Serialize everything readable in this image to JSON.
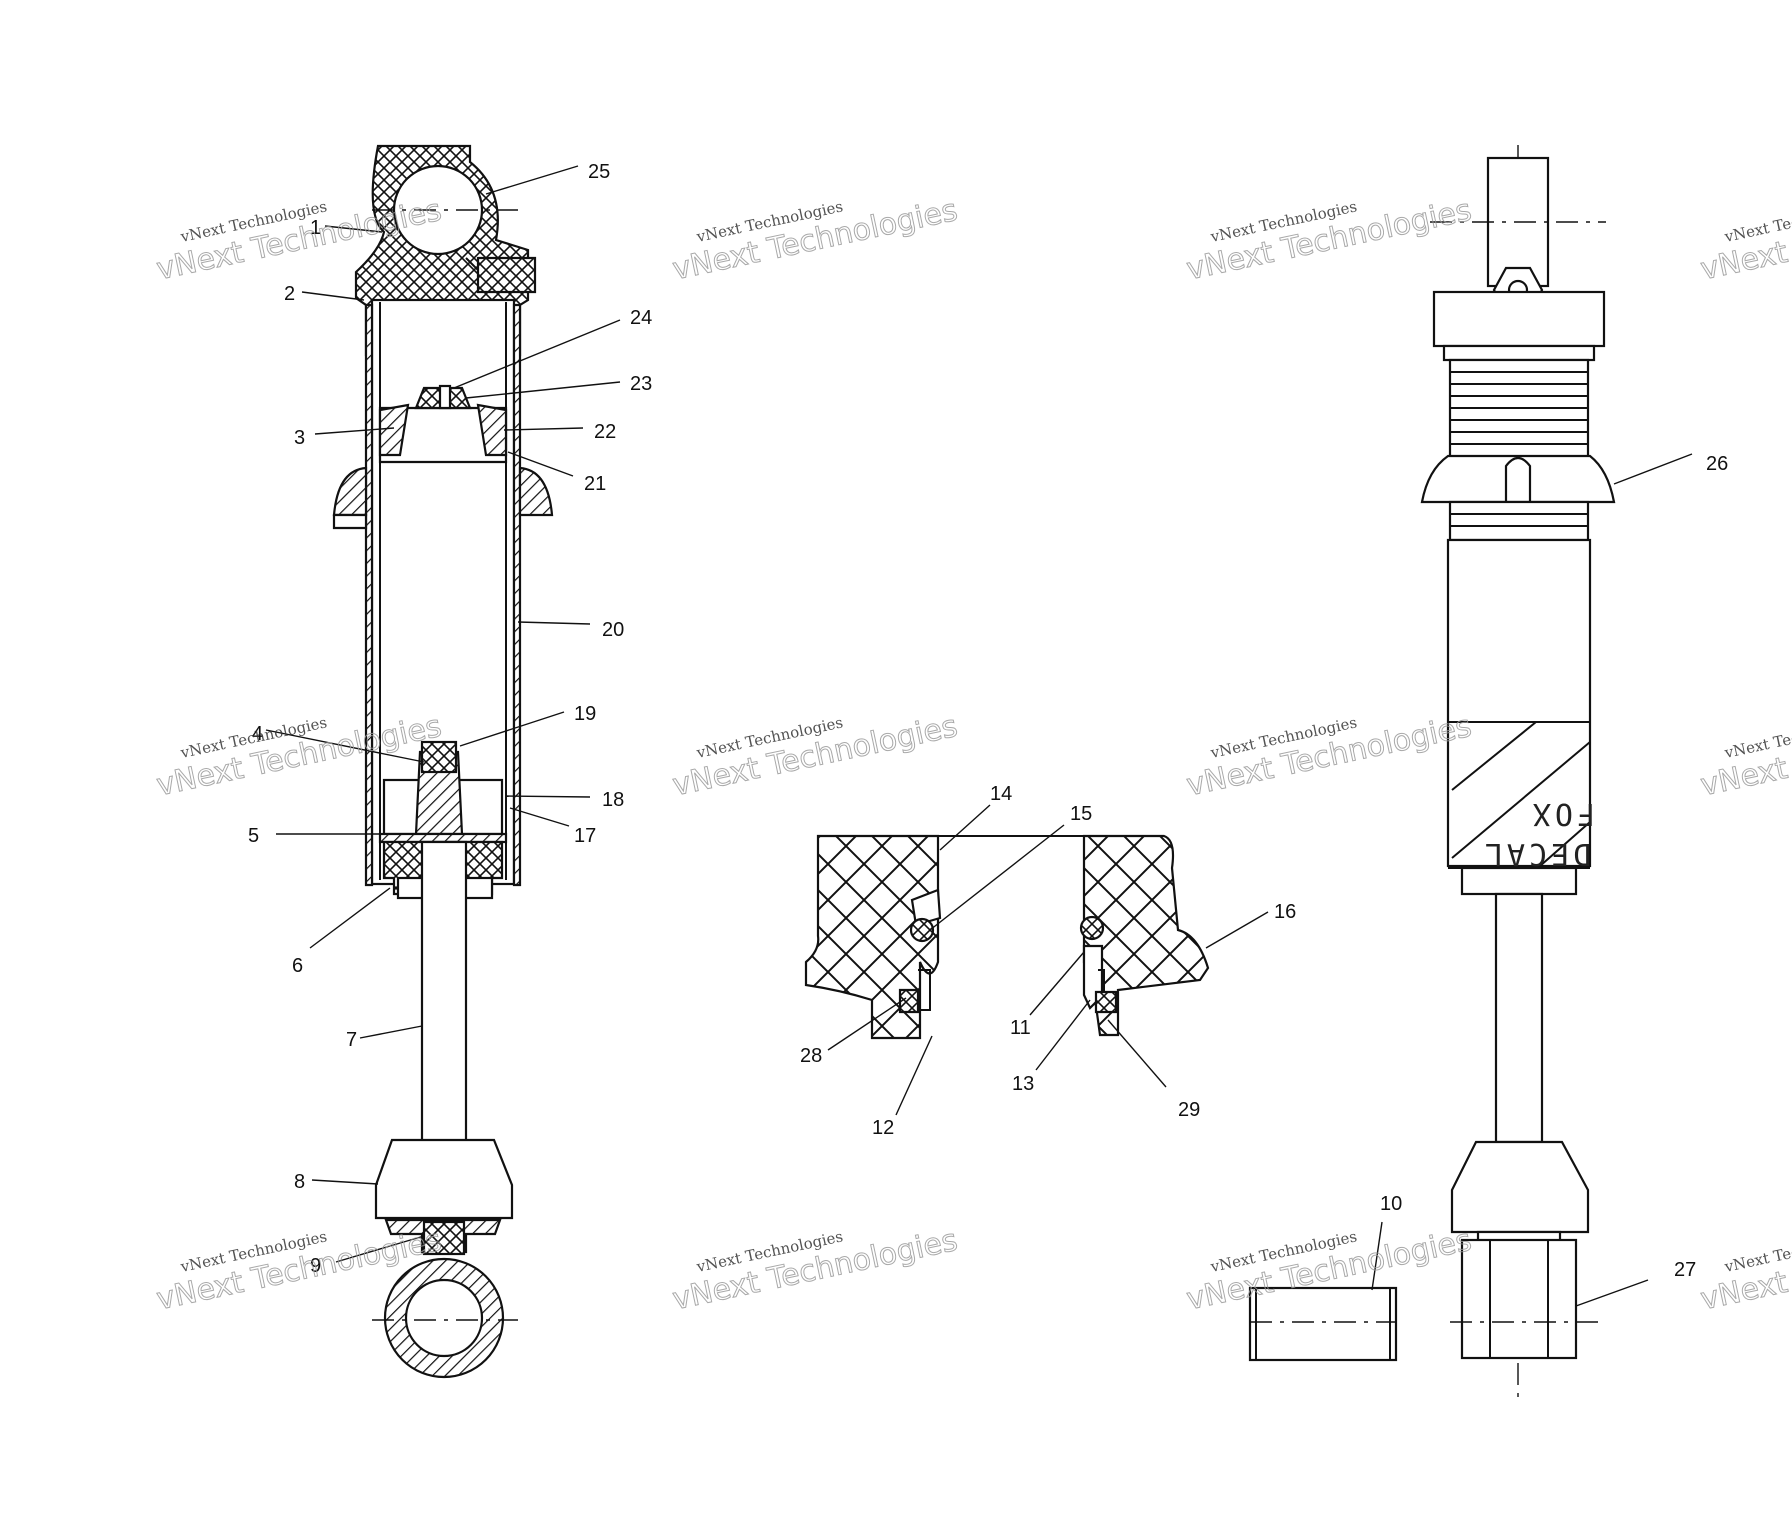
{
  "callouts": [
    {
      "id": "c25",
      "label": "25"
    },
    {
      "id": "c1",
      "label": "1"
    },
    {
      "id": "c2",
      "label": "2"
    },
    {
      "id": "c24",
      "label": "24"
    },
    {
      "id": "c23",
      "label": "23"
    },
    {
      "id": "c3",
      "label": "3"
    },
    {
      "id": "c22",
      "label": "22"
    },
    {
      "id": "c21",
      "label": "21"
    },
    {
      "id": "c20",
      "label": "20"
    },
    {
      "id": "c4",
      "label": "4"
    },
    {
      "id": "c19",
      "label": "19"
    },
    {
      "id": "c18",
      "label": "18"
    },
    {
      "id": "c5",
      "label": "5"
    },
    {
      "id": "c17",
      "label": "17"
    },
    {
      "id": "c6",
      "label": "6"
    },
    {
      "id": "c7",
      "label": "7"
    },
    {
      "id": "c8",
      "label": "8"
    },
    {
      "id": "c9",
      "label": "9"
    },
    {
      "id": "c14",
      "label": "14"
    },
    {
      "id": "c15",
      "label": "15"
    },
    {
      "id": "c16",
      "label": "16"
    },
    {
      "id": "c11",
      "label": "11"
    },
    {
      "id": "c28",
      "label": "28"
    },
    {
      "id": "c13",
      "label": "13"
    },
    {
      "id": "c29",
      "label": "29"
    },
    {
      "id": "c12",
      "label": "12"
    },
    {
      "id": "c10",
      "label": "10"
    },
    {
      "id": "c26",
      "label": "26"
    },
    {
      "id": "c27",
      "label": "27"
    }
  ],
  "decal": {
    "line1": "DECAL",
    "line2": "FOX"
  },
  "watermark": {
    "line1": "vNext Technologies",
    "line2": "vNext Technologies"
  }
}
